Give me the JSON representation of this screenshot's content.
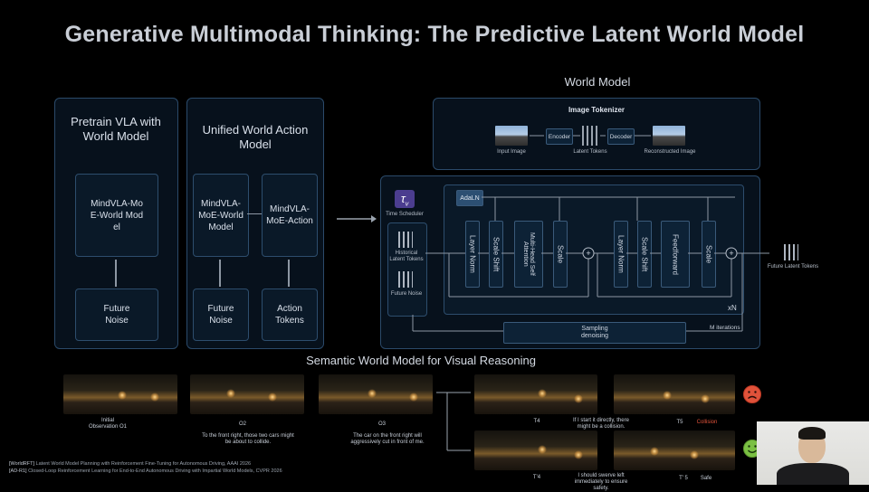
{
  "title": "Generative Multimodal Thinking: The Predictive Latent World Model",
  "left": {
    "pretrain": {
      "title": "Pretrain VLA with World Model",
      "model": "MindVLA-MoE-World Model",
      "input": "Future Noise"
    },
    "unified": {
      "title": "Unified World Action Model",
      "world": "MindVLA-MoE-World Model",
      "action": "MindVLA-MoE-Action",
      "noise": "Future Noise",
      "tokens": "Action Tokens"
    }
  },
  "world_model": {
    "title": "World Model",
    "tokenizer": {
      "title": "Image Tokenizer",
      "input": "Input Image",
      "encoder": "Encoder",
      "latent": "Latent Tokens",
      "decoder": "Decoder",
      "output": "Reconstructed Image"
    },
    "time_scheduler": "Time Scheduler",
    "tau": "τ",
    "tau_sub": "v",
    "historical": "Historical Latent Tokens",
    "future_noise": "Future Noise",
    "adaln": "AdaLN",
    "blocks": [
      "Layer Norm",
      "Scale Shift",
      "Multi-Head Self Attention",
      "Scale",
      "Layer Norm",
      "Scale Shift",
      "Feedforward",
      "Scale"
    ],
    "xn": "xN",
    "sampling": "Sampling denoising",
    "m_iter": "M iterations",
    "future_latent": "Future Latent Tokens"
  },
  "semantic": {
    "title": "Semantic World Model for Visual Reasoning",
    "frames": [
      {
        "label": "Initial Observation O1",
        "caption": ""
      },
      {
        "label": "O2",
        "caption": "To the front right, those two cars might be about to collide."
      },
      {
        "label": "O3",
        "caption": "The car on the front right will aggressively cut in front of me."
      }
    ],
    "branch_top": {
      "frame": "T4",
      "caption": "If I start it directly, there might be a collision.",
      "result": "T5",
      "result_tag": "Collision"
    },
    "branch_bottom": {
      "frame": "T'4",
      "caption": "I should swerve left immediately to ensure safety.",
      "result": "T' 5",
      "result_tag": "Safe"
    }
  },
  "references": [
    {
      "tag": "[WorldRFT]",
      "text": "Latent World Model Planning with Reinforcement Fine-Tuning for Autonomous Driving, AAAI 2026"
    },
    {
      "tag": "[AD-R1]",
      "text": "Closed-Loop Reinforcement Learning for End-to-End Autonomous Driving with Impartial World Models, CVPR 2026"
    }
  ],
  "colors": {
    "accent_panel": "#2b4a6a",
    "collision": "#e0523a",
    "safe": "#7bc043",
    "tau_bg": "#4b3d8f"
  }
}
